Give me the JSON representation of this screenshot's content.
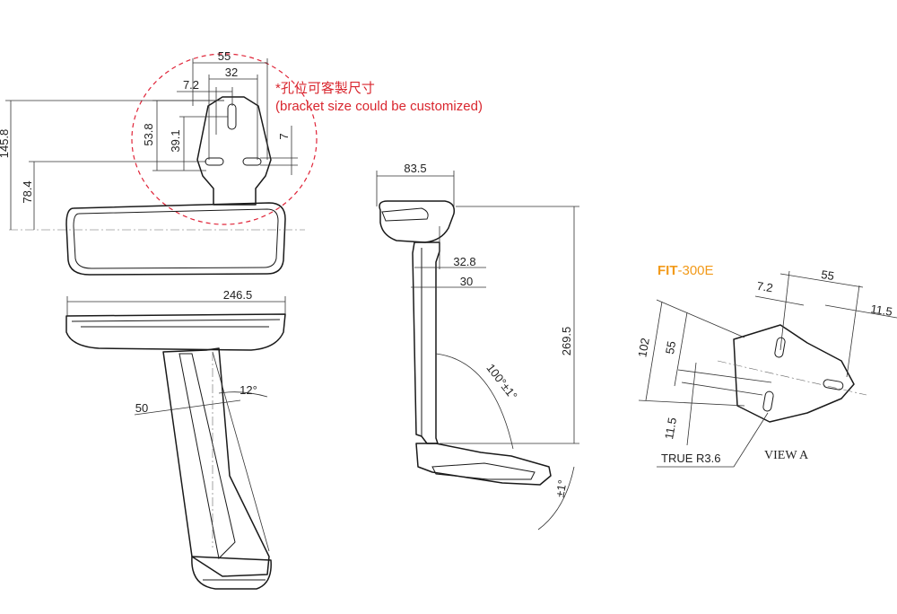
{
  "front_view": {
    "dim_55": "55",
    "dim_32": "32",
    "dim_7_2": "7.2",
    "dim_53_8": "53.8",
    "dim_39_1": "39.1",
    "dim_7": "7",
    "dim_145_8": "145.8",
    "dim_78_4": "78.4"
  },
  "note": {
    "line1": "*孔位可客製尺寸",
    "line2": "(bracket size could be customized)"
  },
  "plan_view": {
    "dim_246_5": "246.5",
    "dim_50": "50",
    "dim_12deg": "12°"
  },
  "side_view": {
    "dim_83_5": "83.5",
    "dim_32_8": "32.8",
    "dim_30": "30",
    "dim_269_5": "269.5",
    "dim_angle": "100°±1°",
    "dim_tol": "±1°"
  },
  "detail": {
    "title_bold": "FIT",
    "title_rest": "-300E",
    "dim_7_2": "7.2",
    "dim_55_top": "55",
    "dim_11_5_right": "11.5",
    "dim_102": "102",
    "dim_55_left": "55",
    "dim_11_5_left": "11.5",
    "radius_label": "TRUE R3.6",
    "view_label": "VIEW A"
  },
  "colors": {
    "note": "#d9262e",
    "title": "#f29a1a",
    "lines": "#1a1a1a"
  }
}
